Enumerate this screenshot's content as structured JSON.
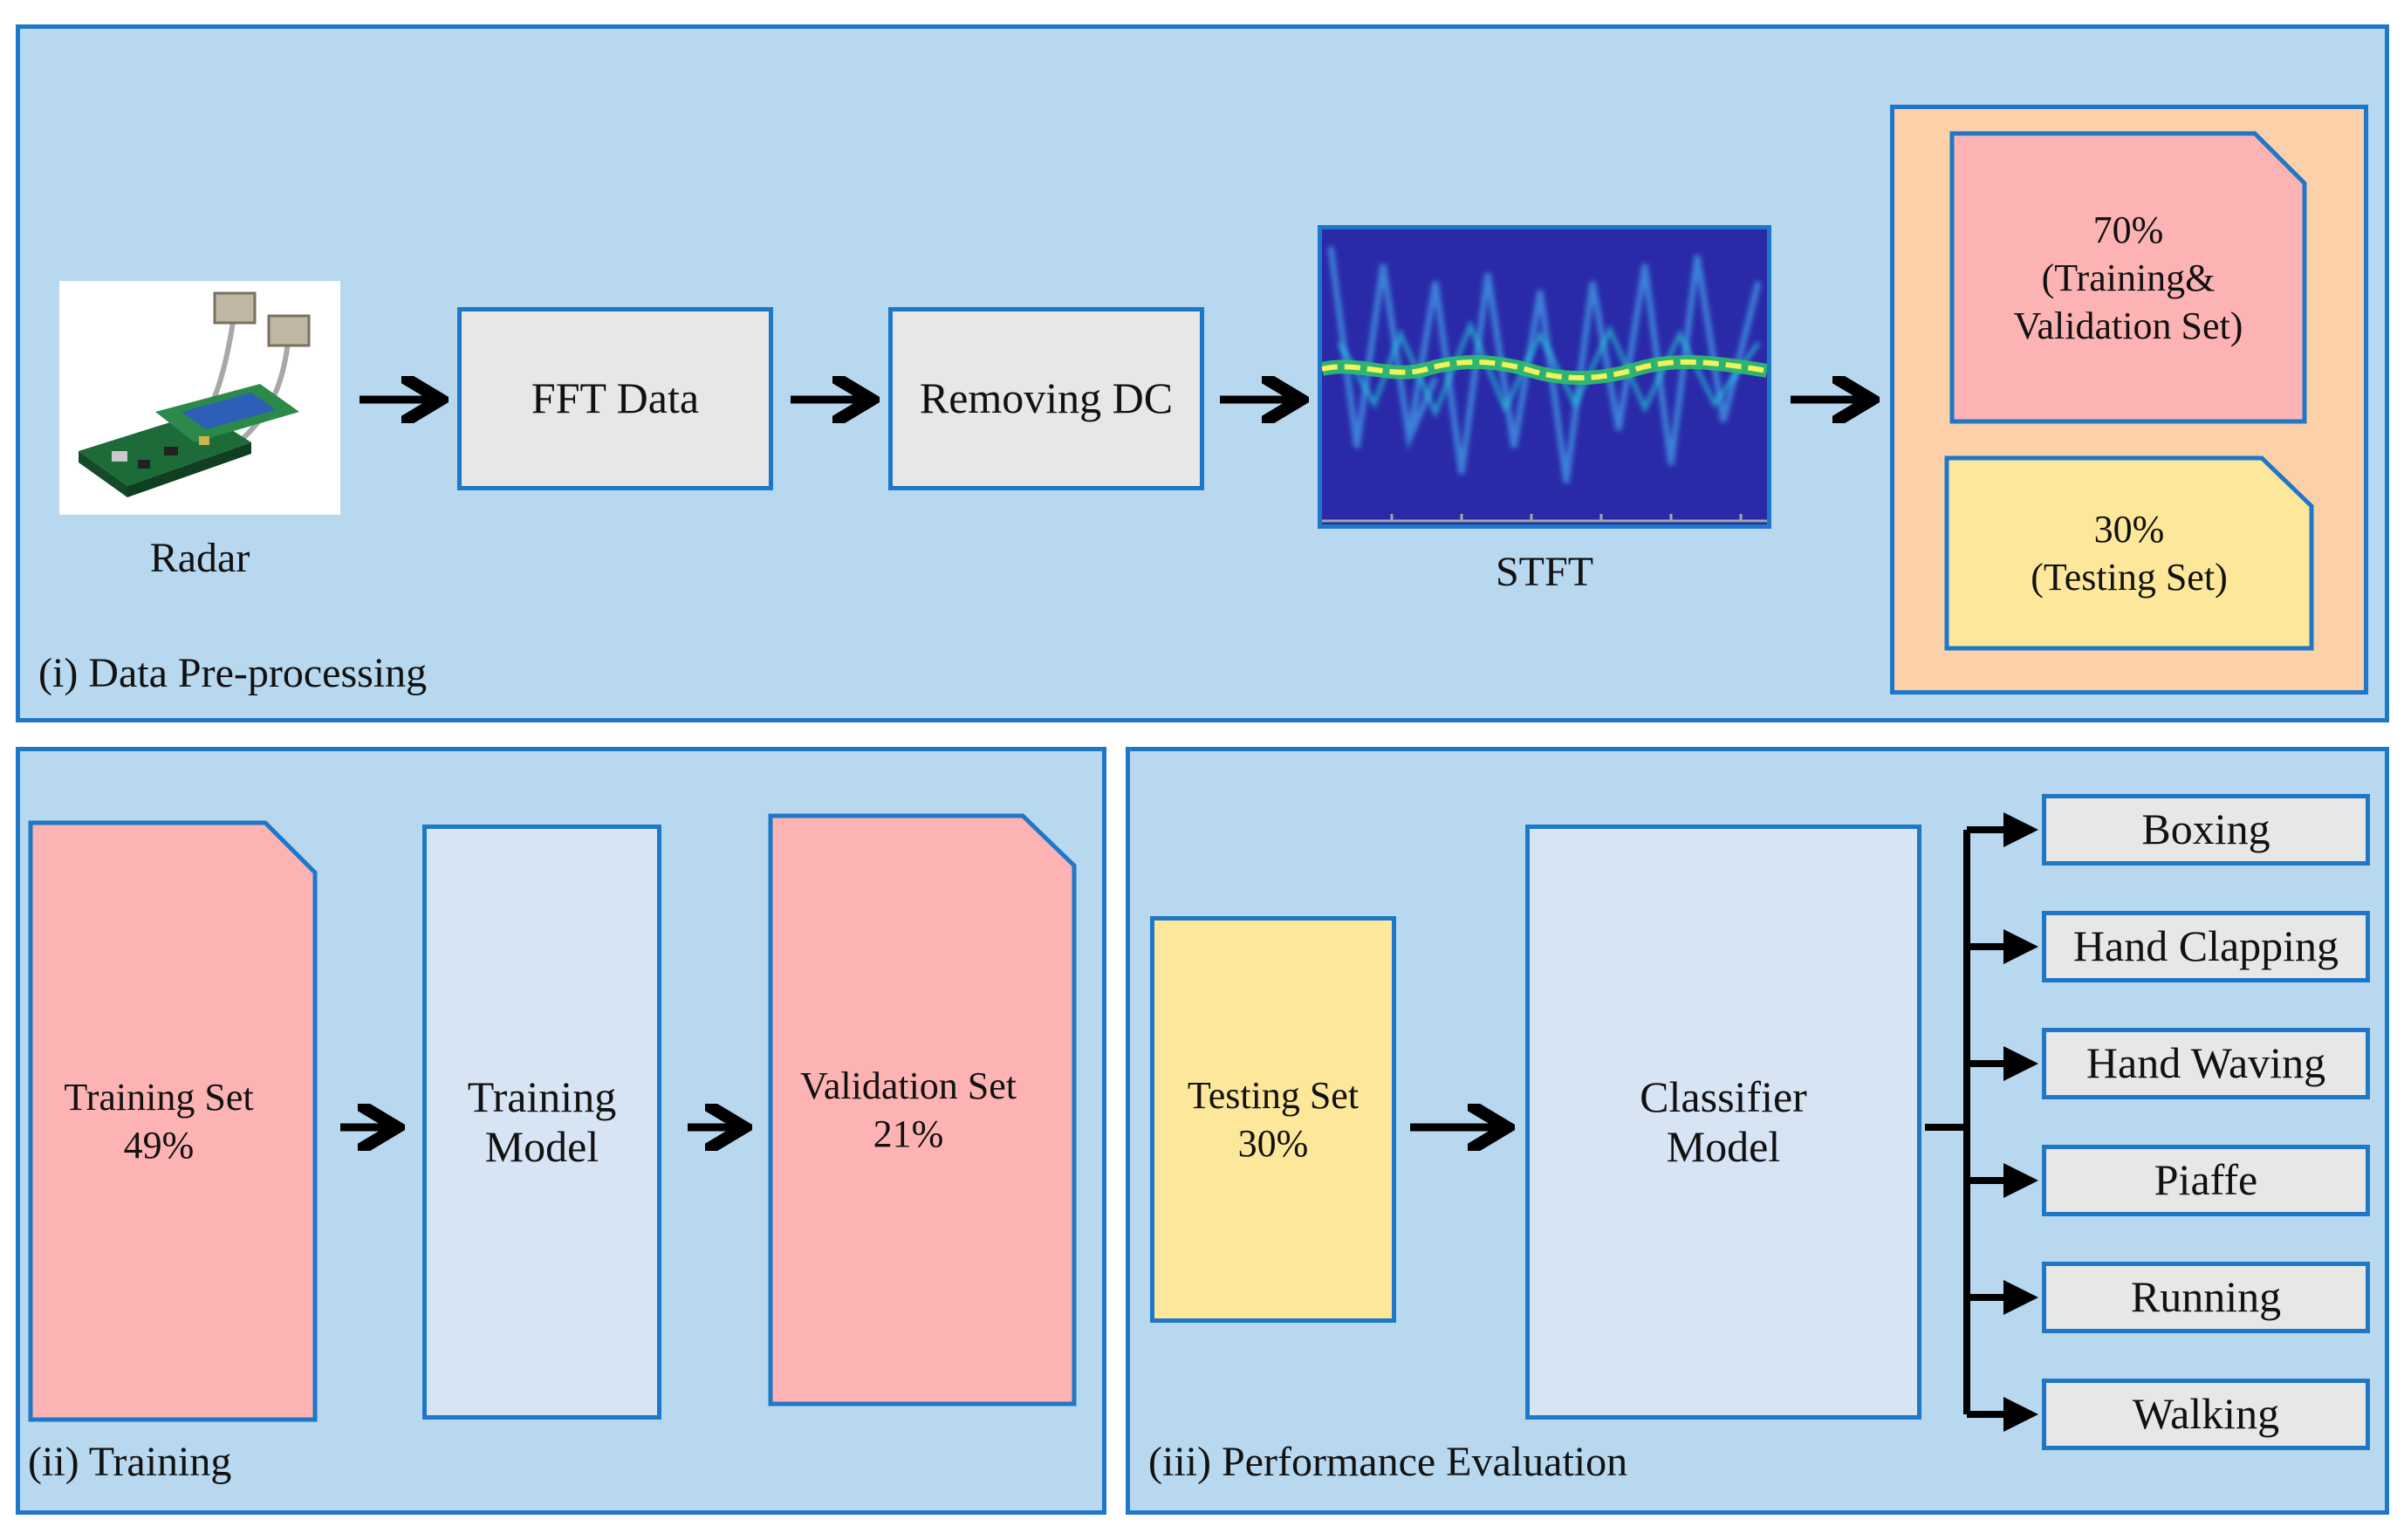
{
  "preprocessing": {
    "label": "(i) Data Pre-processing",
    "radar_caption": "Radar",
    "fft_label": "FFT Data",
    "dc_label": "Removing DC",
    "stft_caption": "STFT",
    "split_train_label": "70%\n(Training&\nValidation Set)",
    "split_test_label": "30%\n(Testing Set)"
  },
  "training": {
    "label": "(ii) Training",
    "training_set_label": "Training Set\n49%",
    "model_label": "Training\nModel",
    "validation_set_label": "Validation Set\n21%"
  },
  "evaluation": {
    "label": "(iii) Performance Evaluation",
    "testing_set_label": "Testing Set\n30%",
    "classifier_label": "Classifier\nModel",
    "classes": [
      "Boxing",
      "Hand Clapping",
      "Hand Waving",
      "Piaffe",
      "Running",
      "Walking"
    ]
  },
  "colors": {
    "panel_bg": "#b7d8ee",
    "border": "#1f77c8",
    "orange_bg": "#fcd0a8",
    "pink": "#fdb3b3",
    "yellow": "#fde79a",
    "gray": "#e7e7e7",
    "light_blue": "#d7e4f4",
    "spectrogram_bg": "#2a2aa8"
  }
}
